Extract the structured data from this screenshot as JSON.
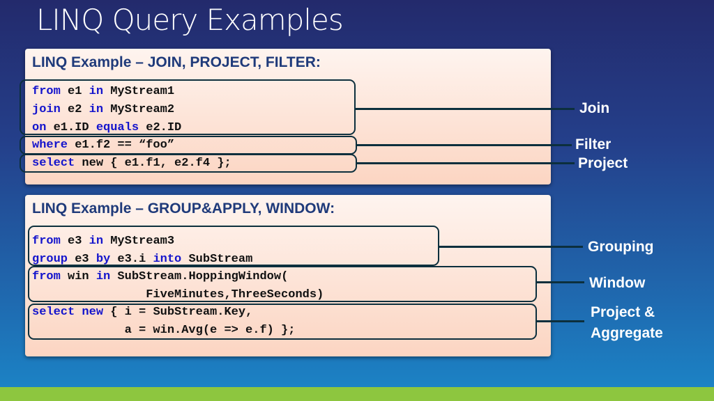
{
  "title": "LINQ Query Examples",
  "example1": {
    "heading": "LINQ Example – JOIN, PROJECT, FILTER:",
    "lines": [
      {
        "kw": "from",
        "rest": " e1 ",
        "kw2": "in",
        "rest2": " MyStream1"
      },
      {
        "kw": "join",
        "rest": " e2 ",
        "kw2": "in",
        "rest2": " MyStream2"
      },
      {
        "kw": "on",
        "rest": " e1.ID ",
        "kw2": "equals",
        "rest2": " e2.ID"
      },
      {
        "kw": "where",
        "rest": " e1.f2 == “foo”"
      },
      {
        "kw": "select",
        "rest": " new { e1.f1, e2.f4 };"
      }
    ]
  },
  "example2": {
    "heading": "LINQ Example – GROUP&APPLY, WINDOW:",
    "lines": [
      {
        "kw": "from",
        "rest": " e3 ",
        "kw2": "in",
        "rest2": " MyStream3"
      },
      {
        "kw": "group",
        "rest": " e3 ",
        "kw2": "by",
        "rest2": " e3.i ",
        "kw3": "into",
        "rest3": " SubStream"
      },
      {
        "kw": "from",
        "rest": " win ",
        "kw2": "in",
        "rest2": " SubStream.HoppingWindow("
      },
      {
        "rest": "                FiveMinutes,ThreeSeconds)"
      },
      {
        "kw": "select",
        "rest": " ",
        "kw2": "new",
        "rest2": " { i = SubStream.Key,"
      },
      {
        "rest": "             a = win.Avg(e => e.f) };"
      }
    ]
  },
  "labels": {
    "join": "Join",
    "filter": "Filter",
    "project": "Project",
    "grouping": "Grouping",
    "window": "Window",
    "project_aggregate_line1": "Project &",
    "project_aggregate_line2": "Aggregate"
  },
  "colors": {
    "keyword": "#1414cc",
    "heading": "#1f3a7a",
    "accent_bar": "#8dc63f"
  }
}
